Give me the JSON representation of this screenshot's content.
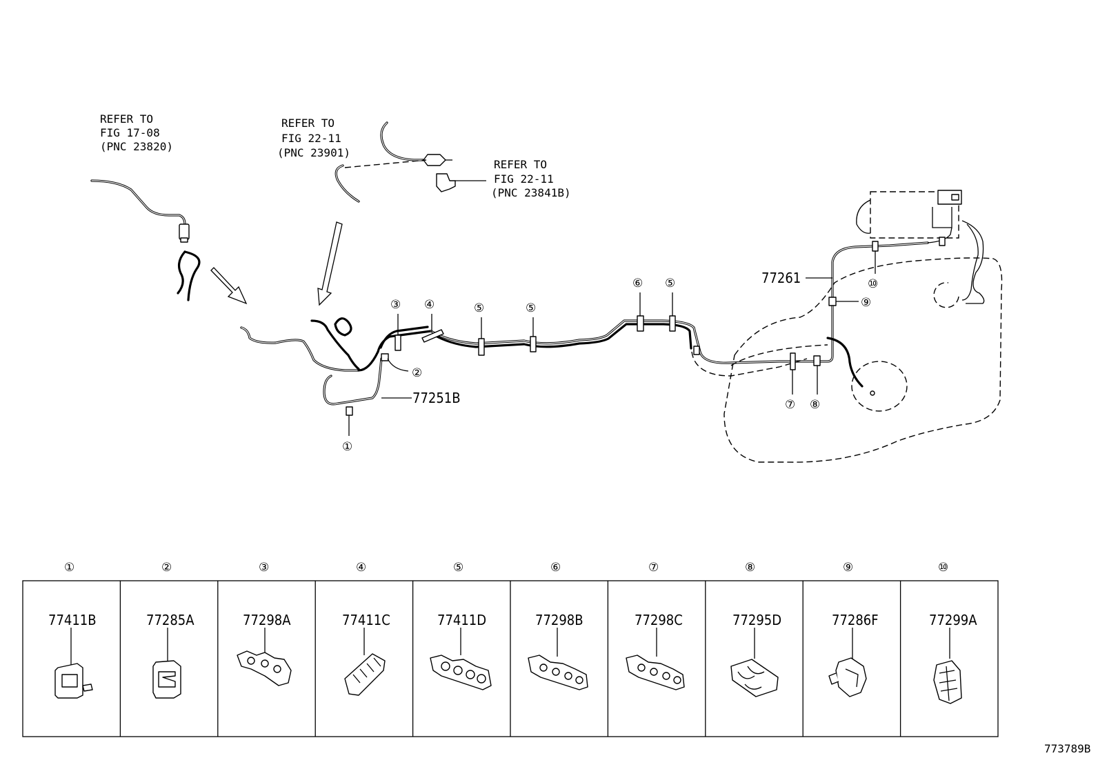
{
  "references": [
    {
      "line1": "REFER TO",
      "line2": "FIG 17-08",
      "line3": "(PNC 23820)"
    },
    {
      "line1": "REFER TO",
      "line2": "FIG 22-11",
      "line3": "(PNC 23901)"
    },
    {
      "line1": "REFER TO",
      "line2": "FIG 22-11",
      "line3": "(PNC 23841B)"
    }
  ],
  "pipe_labels": {
    "front": "77251B",
    "rear": "77261"
  },
  "callouts": [
    "①",
    "②",
    "③",
    "④",
    "⑤",
    "⑥",
    "⑦",
    "⑧",
    "⑨",
    "⑩"
  ],
  "legend": [
    {
      "num": "①",
      "part": "77411B"
    },
    {
      "num": "②",
      "part": "77285A"
    },
    {
      "num": "③",
      "part": "77298A"
    },
    {
      "num": "④",
      "part": "77411C"
    },
    {
      "num": "⑤",
      "part": "77411D"
    },
    {
      "num": "⑥",
      "part": "77298B"
    },
    {
      "num": "⑦",
      "part": "77298C"
    },
    {
      "num": "⑧",
      "part": "77295D"
    },
    {
      "num": "⑨",
      "part": "77286F"
    },
    {
      "num": "⑩",
      "part": "77299A"
    }
  ],
  "figure_id": "773789B"
}
